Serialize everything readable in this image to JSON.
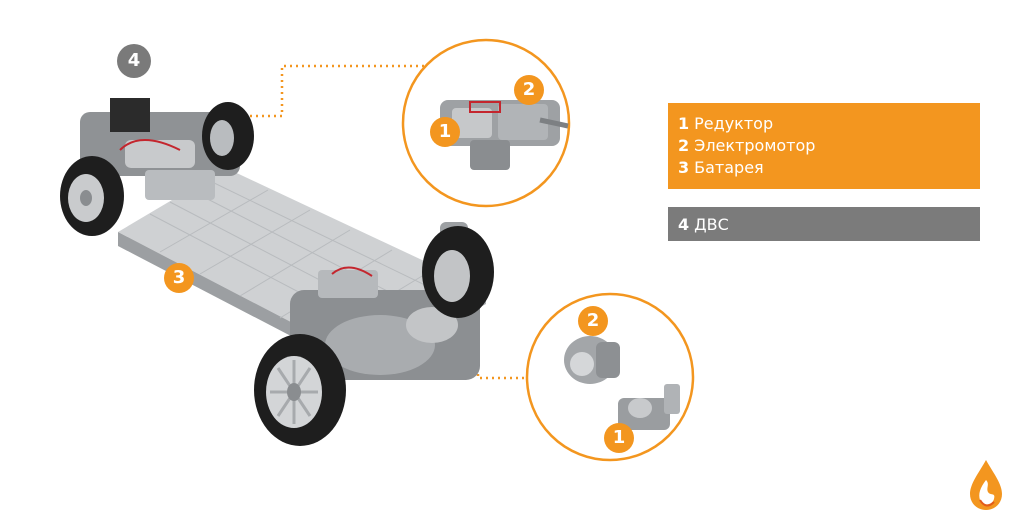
{
  "legend": {
    "items": [
      {
        "num": "1",
        "label": "Редуктор"
      },
      {
        "num": "2",
        "label": "Электромотор"
      },
      {
        "num": "3",
        "label": "Батарея"
      }
    ],
    "ice": {
      "num": "4",
      "label": "ДВС"
    }
  },
  "markers": {
    "car_ice": "4",
    "car_battery": "3",
    "detail_top_gearbox": "1",
    "detail_top_motor": "2",
    "detail_bottom_motor": "2",
    "detail_bottom_gearbox": "1"
  },
  "colors": {
    "accent": "#f3961f",
    "gray": "#7b7b7b"
  },
  "icons": {
    "logo": "flame-drop-logo"
  }
}
